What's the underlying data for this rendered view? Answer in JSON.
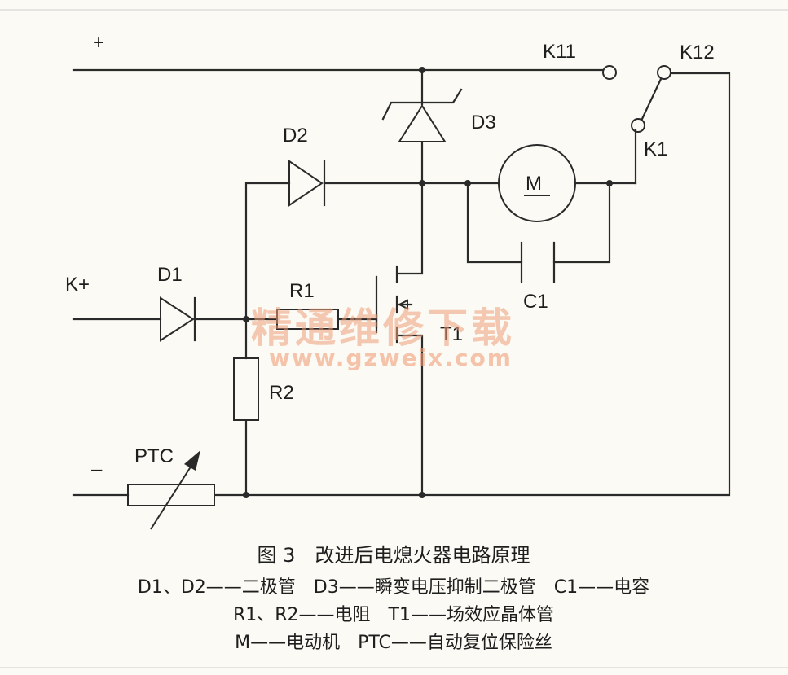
{
  "labels": {
    "plus": "+",
    "minus": "–",
    "k_plus": "K+",
    "d1": "D1",
    "d2": "D2",
    "d3": "D3",
    "r1": "R1",
    "r2": "R2",
    "t1": "T1",
    "c1": "C1",
    "m": "M",
    "k1": "K1",
    "k11": "K11",
    "k12": "K12",
    "ptc": "PTC"
  },
  "watermark": {
    "chinese": "精通维修下载",
    "url": "www.gzweix.com"
  },
  "caption": {
    "title": "图 3　改进后电熄火器电路原理",
    "line1": "D1、D2——二极管　D3——瞬变电压抑制二极管　C1——电容",
    "line2": "R1、R2——电阻　T1——场效应晶体管",
    "line3": "M——电动机　PTC——自动复位保险丝"
  }
}
